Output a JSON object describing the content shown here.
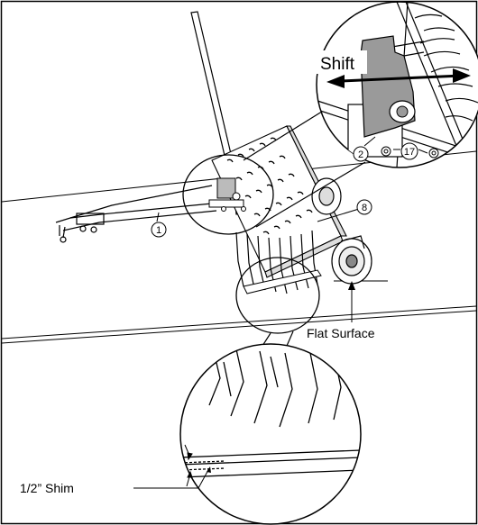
{
  "labels": {
    "shift": "Shift",
    "flat_surface": "Flat Surface",
    "shim": "1/2” Shim"
  },
  "callouts": {
    "c1": "1",
    "c2": "2",
    "c8": "8",
    "c17": "17"
  },
  "colors": {
    "line": "#000000",
    "bracket": "#9a9a9a",
    "background": "#ffffff"
  }
}
